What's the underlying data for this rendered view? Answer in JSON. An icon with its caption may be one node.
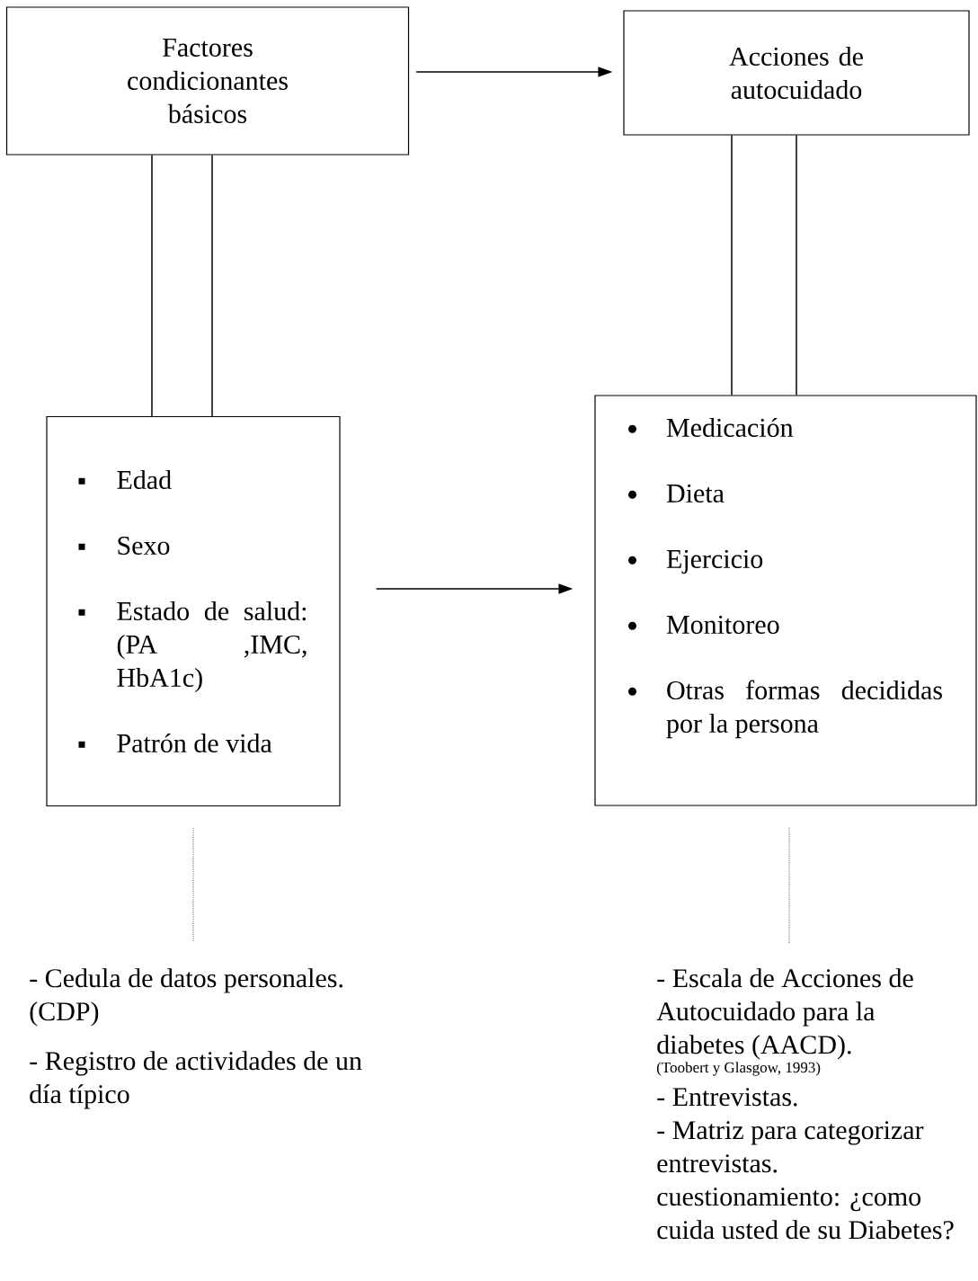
{
  "diagram": {
    "nodes": [
      {
        "text": [
          "Factores condicionantes básicos"
        ]
      },
      {
        "text": [
          "Acciones de autocuidado"
        ]
      },
      {
        "text": [
          "Edad",
          "Sexo",
          "Estado de salud: (PA ,IMC, HbA1c)",
          "Patrón de vida"
        ]
      },
      {
        "text": [
          "Medicación",
          "Dieta",
          "Ejercicio",
          "Monitoreo",
          "Otras formas decididas por la persona"
        ]
      },
      {
        "text": [
          "- Cedula de datos personales. (CDP)",
          "- Registro de actividades de un día típico"
        ]
      },
      {
        "text": [
          "- Escala de Acciones de Autocuidado para la diabetes (AACD).",
          "(Toobert y Glasgow, 1993)",
          "- Entrevistas.",
          "- Matriz para categorizar entrevistas.",
          "cuestionamiento: ¿como cuida usted de su Diabetes?"
        ]
      }
    ],
    "edges": [
      {
        "from": 0,
        "to": 1,
        "arrow": "to"
      },
      {
        "from": 0,
        "to": 2,
        "arrow": "none"
      },
      {
        "from": 0,
        "to": 2,
        "arrow": "none"
      },
      {
        "from": 1,
        "to": 3,
        "arrow": "none"
      },
      {
        "from": 1,
        "to": 3,
        "arrow": "none"
      },
      {
        "from": 2,
        "to": 3,
        "arrow": "to"
      },
      {
        "from": 2,
        "to": 4,
        "arrow": "none",
        "style": "dashed"
      },
      {
        "from": 3,
        "to": 5,
        "arrow": "none",
        "style": "dashed"
      }
    ]
  }
}
